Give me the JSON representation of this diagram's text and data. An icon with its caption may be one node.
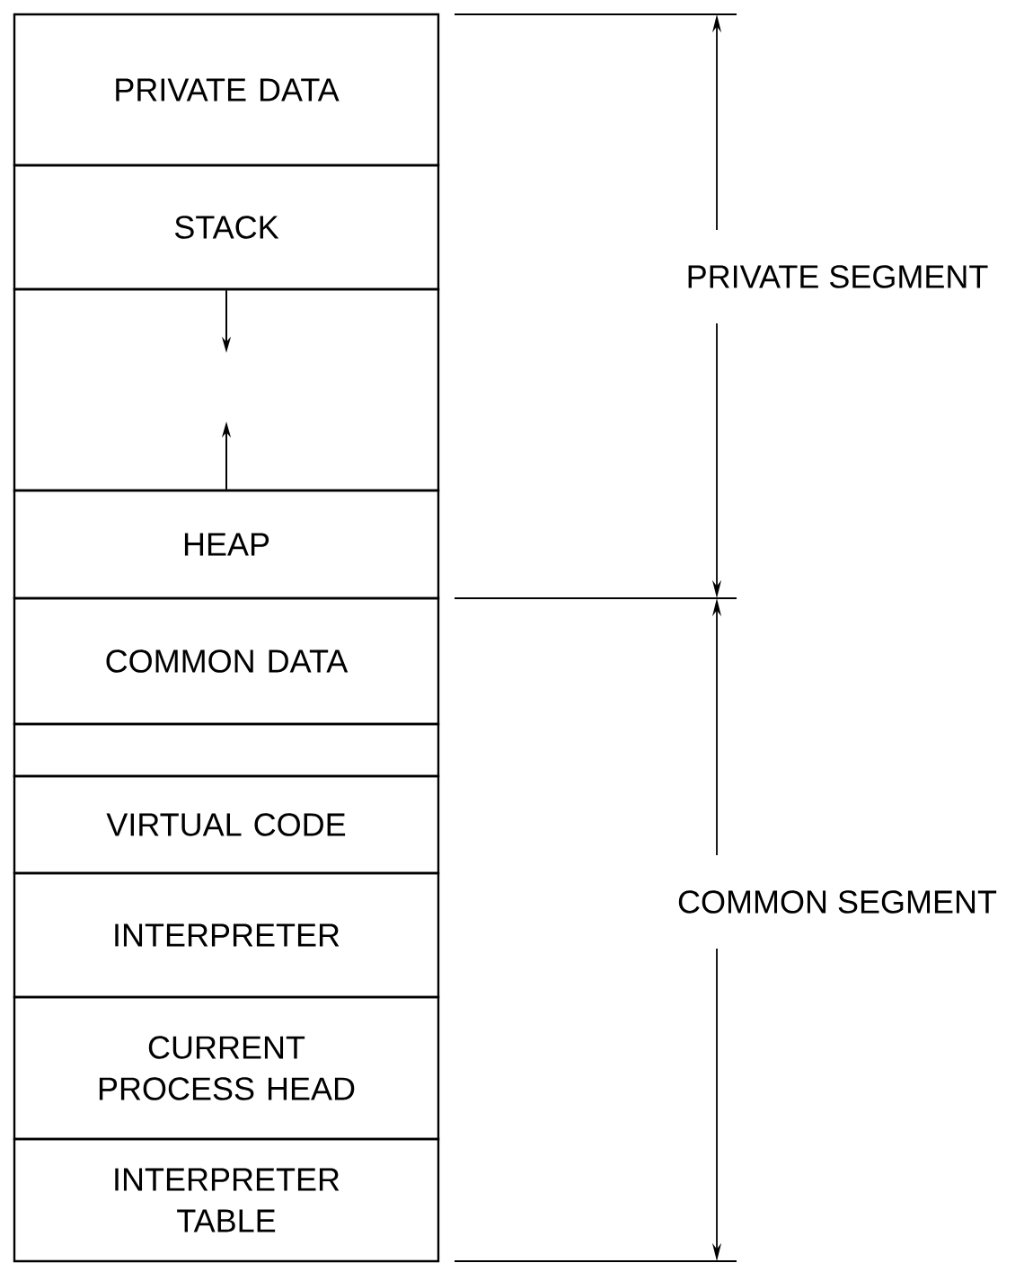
{
  "diagram": {
    "nodes": [
      {
        "text": [
          "PRIVATE DATA"
        ]
      },
      {
        "text": [
          "STACK"
        ]
      },
      {
        "text": [],
        "shape": "box"
      },
      {
        "text": [
          "HEAP"
        ]
      },
      {
        "text": [
          "COMMON DATA"
        ]
      },
      {
        "text": [],
        "shape": "box"
      },
      {
        "text": [
          "VIRTUAL CODE"
        ]
      },
      {
        "text": [
          "INTERPRETER"
        ]
      },
      {
        "text": [
          "CURRENT PROCESS HEAD"
        ]
      },
      {
        "text": [
          "INTERPRETER TABLE"
        ]
      }
    ],
    "edges": [
      {
        "from": 1,
        "to": 2,
        "arrow": "to"
      },
      {
        "from": 3,
        "to": 2,
        "arrow": "to"
      }
    ],
    "labels": [
      "PRIVATE SEGMENT",
      "COMMON SEGMENT"
    ]
  }
}
